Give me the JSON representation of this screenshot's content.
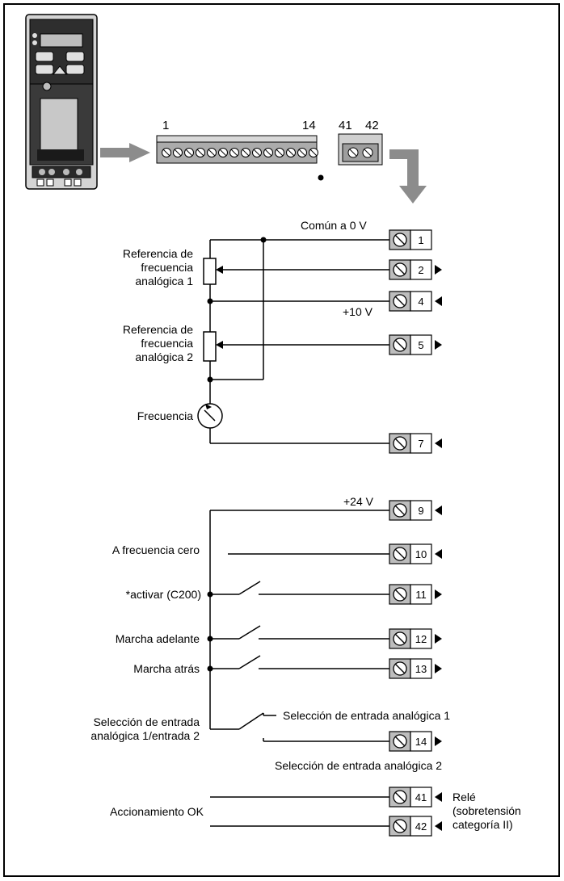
{
  "header": {
    "connector_start": "1",
    "connector_end": "14",
    "relay_start": "41",
    "relay_end": "42"
  },
  "terminals": [
    {
      "id": "1",
      "label": "Común a 0 V",
      "arrow": "none"
    },
    {
      "id": "2",
      "label": "",
      "arrow": "out"
    },
    {
      "id": "4",
      "label": "+10 V",
      "arrow": "in"
    },
    {
      "id": "5",
      "label": "",
      "arrow": "out"
    },
    {
      "id": "7",
      "label": "",
      "arrow": "in"
    },
    {
      "id": "9",
      "label": "+24 V",
      "arrow": "in"
    },
    {
      "id": "10",
      "label": "",
      "arrow": "in"
    },
    {
      "id": "11",
      "label": "",
      "arrow": "out"
    },
    {
      "id": "12",
      "label": "",
      "arrow": "out"
    },
    {
      "id": "13",
      "label": "",
      "arrow": "out"
    },
    {
      "id": "14",
      "label": "Selección de entrada analógica 2",
      "arrow": "out"
    },
    {
      "id": "41",
      "label": "",
      "arrow": "in"
    },
    {
      "id": "42",
      "label": "",
      "arrow": "in"
    }
  ],
  "labels": {
    "ref1": [
      "Referencia de",
      "frecuencia",
      "analógica 1"
    ],
    "ref2": [
      "Referencia de",
      "frecuencia",
      "analógica 2"
    ],
    "freq": "Frecuencia",
    "zero_freq": "A frecuencia cero",
    "enable": "*activar (C200)",
    "run_fwd": "Marcha adelante",
    "run_rev": "Marcha atrás",
    "input_select": [
      "Selección de entrada",
      "analógica 1/entrada 2"
    ],
    "select_input1": "Selección de entrada analógica 1",
    "drive_ok": "Accionamiento OK",
    "relay": [
      "Relé",
      "(sobretensión",
      "categoría II)"
    ]
  }
}
